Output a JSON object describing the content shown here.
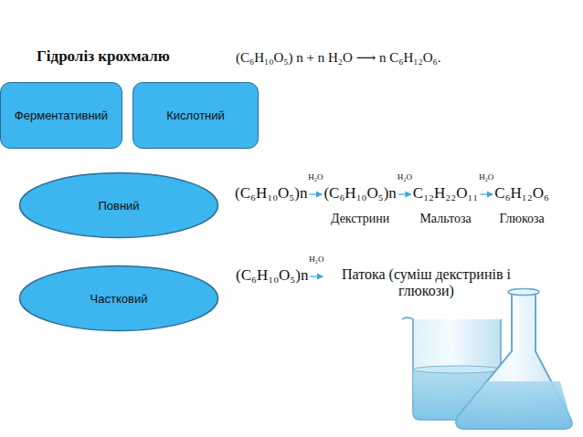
{
  "diagram": {
    "title": "Гідроліз крохмалю",
    "nodes": [
      {
        "text": [
          "Ферментативний"
        ]
      },
      {
        "text": [
          "Кислотний"
        ]
      },
      {
        "text": [
          "Повний"
        ]
      },
      {
        "text": [
          "Частковий"
        ]
      }
    ],
    "labels": [
      "(C₆H₁₀O₅) n + n H₂O ⟶ n C₆H₁₂O₆.",
      "H₂O",
      "H₂O",
      "H₂O",
      "(C₆H₁₀O₅)n",
      "(C₆H₁₀O₅)n",
      "C₁₂H₂₂O₁₁",
      "C₆H₁₂O₆",
      "Декстрини",
      "Мальтоза",
      "Глюкоза",
      "H₂O",
      "(C₆H₁₀O₅)n",
      "Патока (суміш декстринів і глюкози)"
    ]
  }
}
